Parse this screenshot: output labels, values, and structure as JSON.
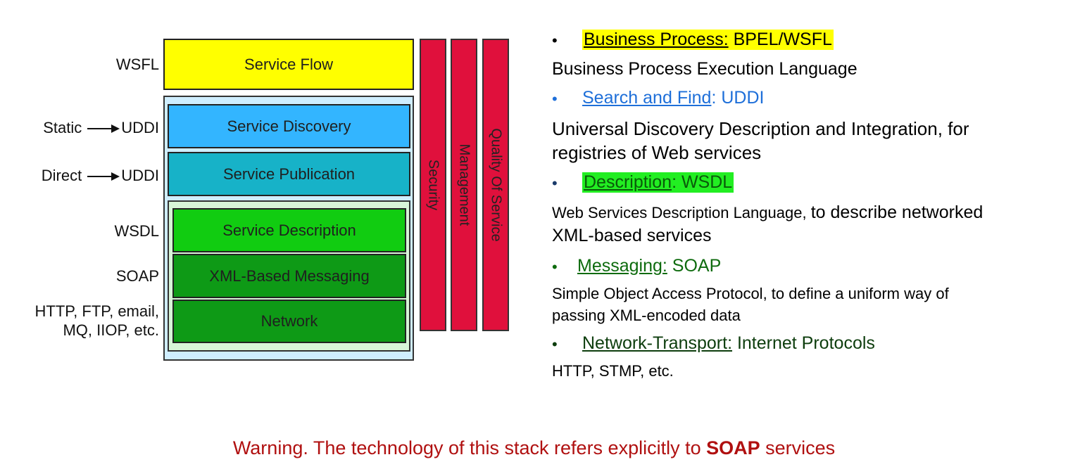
{
  "diagram": {
    "side_labels": {
      "wsfl": "WSFL",
      "static": "Static",
      "static_uddi": "UDDI",
      "direct": "Direct",
      "direct_uddi": "UDDI",
      "wsdl": "WSDL",
      "soap": "SOAP",
      "transport_line1": "HTTP, FTP, email,",
      "transport_line2": "MQ, IIOP, etc."
    },
    "layers": {
      "service_flow": "Service Flow",
      "service_discovery": "Service Discovery",
      "service_publication": "Service Publication",
      "service_description": "Service Description",
      "xml_messaging": "XML-Based Messaging",
      "network": "Network"
    },
    "vertical_bars": {
      "security": "Security",
      "management": "Management",
      "quality_of_service": "Quality Of Service"
    },
    "colors": {
      "service_flow": "#ffff00",
      "service_discovery": "#33b5ff",
      "service_publication": "#17b2c8",
      "service_description": "#11cc11",
      "xml_messaging": "#0e9a16",
      "network": "#0e9a16",
      "outer_frame": "#cfeeff",
      "inner_frame": "#d8f5d8",
      "vertical_bars": "#e0103c"
    }
  },
  "notes": {
    "business_process": {
      "bullet": "•",
      "link": "Business Process:",
      "value": " BPEL/WSFL",
      "desc": "Business Process Execution Language"
    },
    "search": {
      "bullet": "•",
      "link": "Search and Find",
      "value": ":  UDDI",
      "desc_line1": "Universal Discovery Description and Integration, for",
      "desc_line2": "registries of Web services"
    },
    "description": {
      "bullet": "•",
      "link": "Description",
      "value": ": WSDL",
      "desc_small": "Web Services Description Language, ",
      "desc_large": "to describe networked",
      "desc_line2": "XML-based services"
    },
    "messaging": {
      "bullet": "•",
      "link": "Messaging:",
      "value": " SOAP",
      "desc_line1": "Simple Object Access Protocol, to define a uniform way of",
      "desc_line2": "passing XML-encoded data"
    },
    "network": {
      "bullet": "•",
      "link": "Network-Transport:",
      "value": " Internet Protocols",
      "desc": "HTTP, STMP, etc."
    }
  },
  "warning": {
    "prefix": "Warning. The technology of this stack refers explicitly to ",
    "bold": "SOAP",
    "suffix": " services"
  }
}
